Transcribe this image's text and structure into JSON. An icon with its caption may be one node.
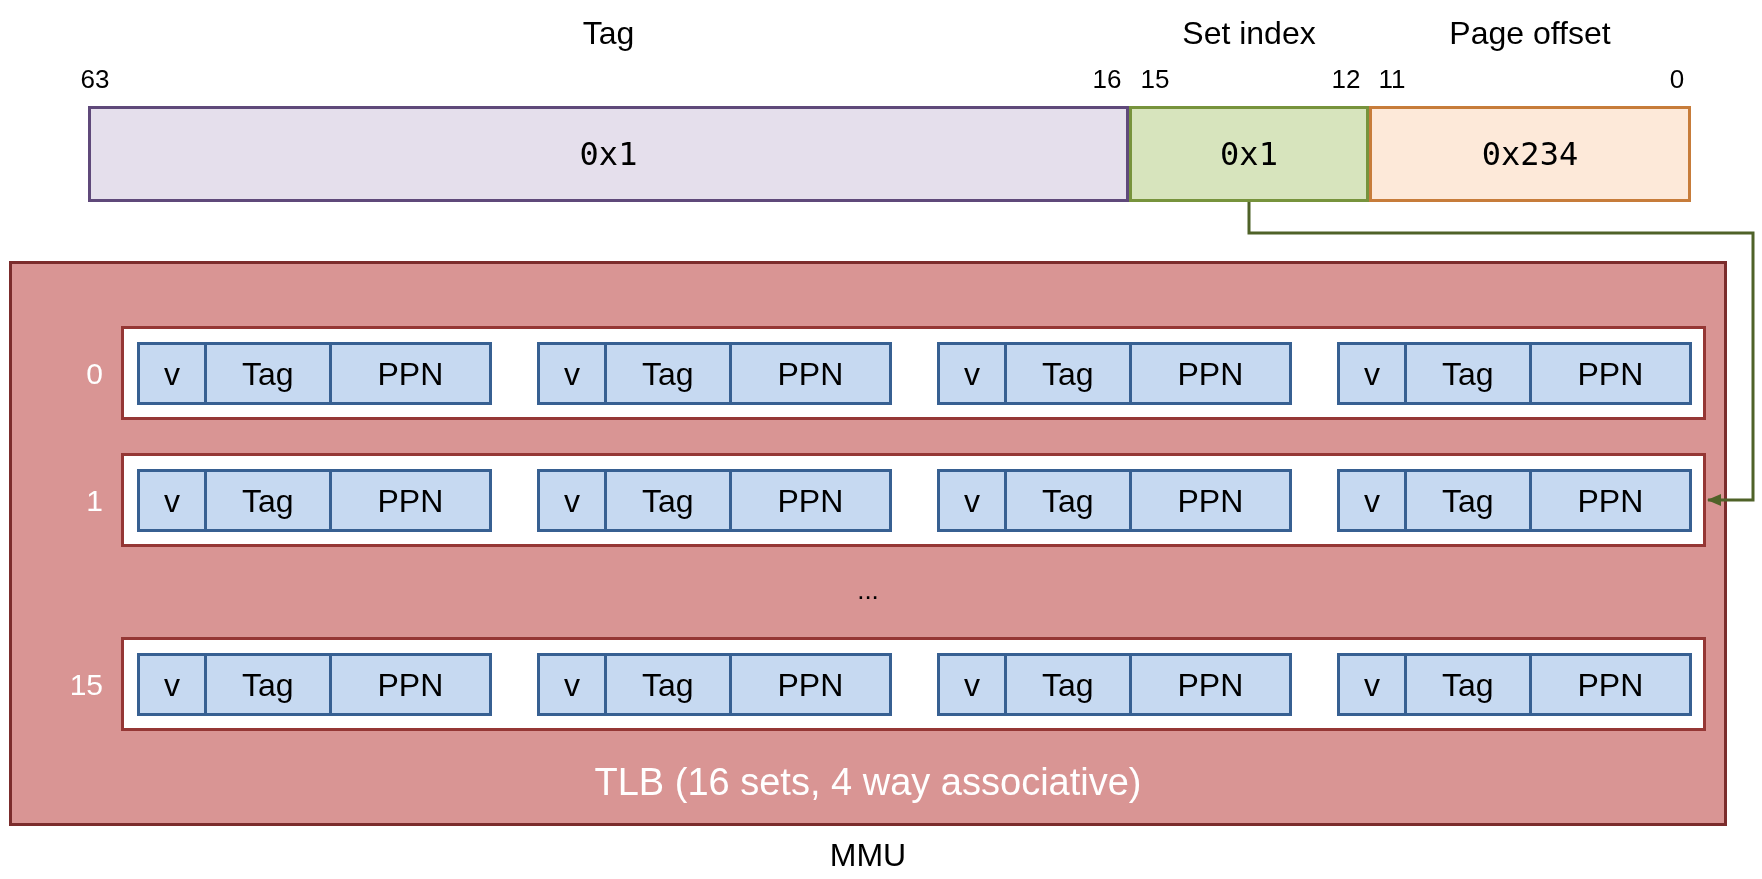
{
  "diagram": {
    "nodes": [
      {
        "text": [
          "Tag",
          "0x1"
        ]
      },
      {
        "text": [
          "Set index",
          "0x1"
        ]
      },
      {
        "text": [
          "Page offset",
          "0x234"
        ]
      },
      {
        "text": [
          "TLB (16 sets, 4 way associative)"
        ],
        "beside": [
          "MMU"
        ]
      },
      {
        "text": [],
        "shape": "box",
        "in": 3,
        "beside": [
          "0"
        ]
      },
      {
        "text": [
          "v",
          "Tag",
          "PPN"
        ],
        "in": 4
      },
      {
        "text": [
          "v",
          "Tag",
          "PPN"
        ],
        "in": 4
      },
      {
        "text": [
          "v",
          "Tag",
          "PPN"
        ],
        "in": 4
      },
      {
        "text": [
          "v",
          "Tag",
          "PPN"
        ],
        "in": 4
      },
      {
        "text": [],
        "shape": "box",
        "in": 3,
        "beside": [
          "1"
        ]
      },
      {
        "text": [
          "v",
          "Tag",
          "PPN"
        ],
        "in": 9
      },
      {
        "text": [
          "v",
          "Tag",
          "PPN"
        ],
        "in": 9
      },
      {
        "text": [
          "v",
          "Tag",
          "PPN"
        ],
        "in": 9
      },
      {
        "text": [
          "v",
          "Tag",
          "PPN"
        ],
        "in": 9
      },
      {
        "text": [],
        "shape": "box",
        "in": 3,
        "beside": [
          "15"
        ]
      },
      {
        "text": [
          "v",
          "Tag",
          "PPN"
        ],
        "in": 14
      },
      {
        "text": [
          "v",
          "Tag",
          "PPN"
        ],
        "in": 14
      },
      {
        "text": [
          "v",
          "Tag",
          "PPN"
        ],
        "in": 14
      },
      {
        "text": [
          "v",
          "Tag",
          "PPN"
        ],
        "in": 14
      }
    ],
    "edges": [
      {
        "from": 1,
        "to": 9,
        "arrow": "to",
        "color": "#4f6228"
      }
    ],
    "labels": [
      "63",
      "16",
      "15",
      "12",
      "11",
      "0",
      "..."
    ]
  }
}
